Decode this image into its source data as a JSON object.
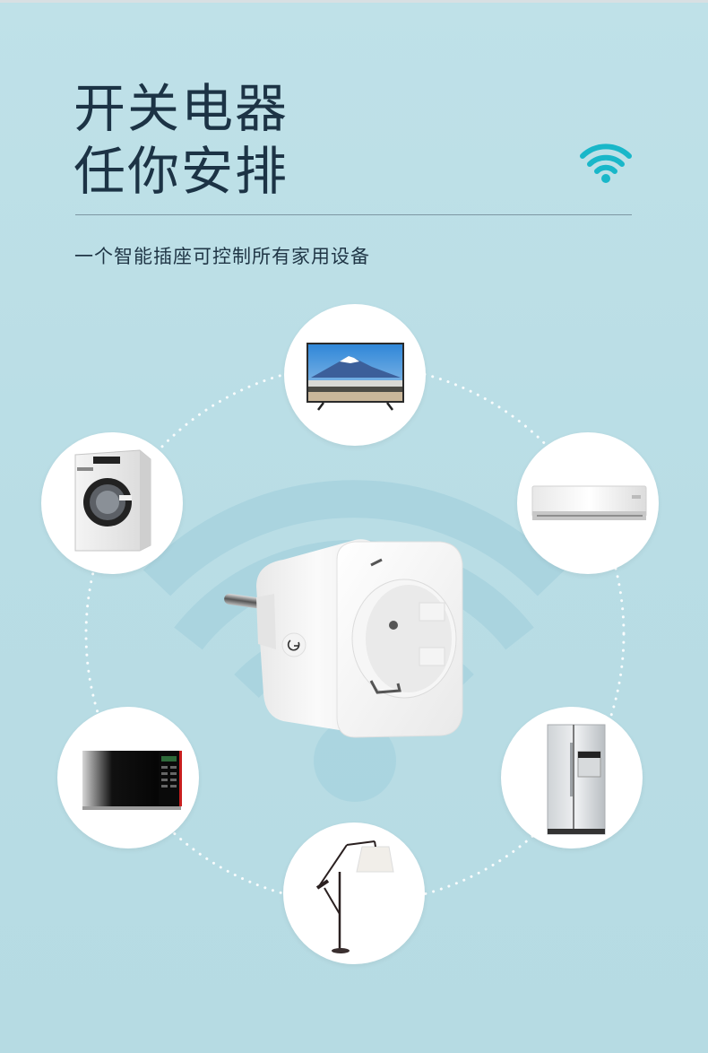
{
  "header": {
    "title_line1": "开关电器",
    "title_line2": "任你安排",
    "subtitle": "一个智能插座可控制所有家用设备",
    "wifi_icon": "wifi-icon"
  },
  "colors": {
    "background": "#bcdfe6",
    "title_text": "#1c3345",
    "wifi_accent": "#19b7c9",
    "divider": "#7d97a3",
    "bubble": "#ffffff"
  },
  "center_product": {
    "name": "smart-plug",
    "icon": "power-button-icon"
  },
  "appliances": [
    {
      "id": "tv",
      "icon": "tv-icon"
    },
    {
      "id": "air-conditioner",
      "icon": "air-conditioner-icon"
    },
    {
      "id": "refrigerator",
      "icon": "refrigerator-icon"
    },
    {
      "id": "floor-lamp",
      "icon": "floor-lamp-icon"
    },
    {
      "id": "microwave",
      "icon": "microwave-icon"
    },
    {
      "id": "washing-machine",
      "icon": "washing-machine-icon"
    }
  ]
}
